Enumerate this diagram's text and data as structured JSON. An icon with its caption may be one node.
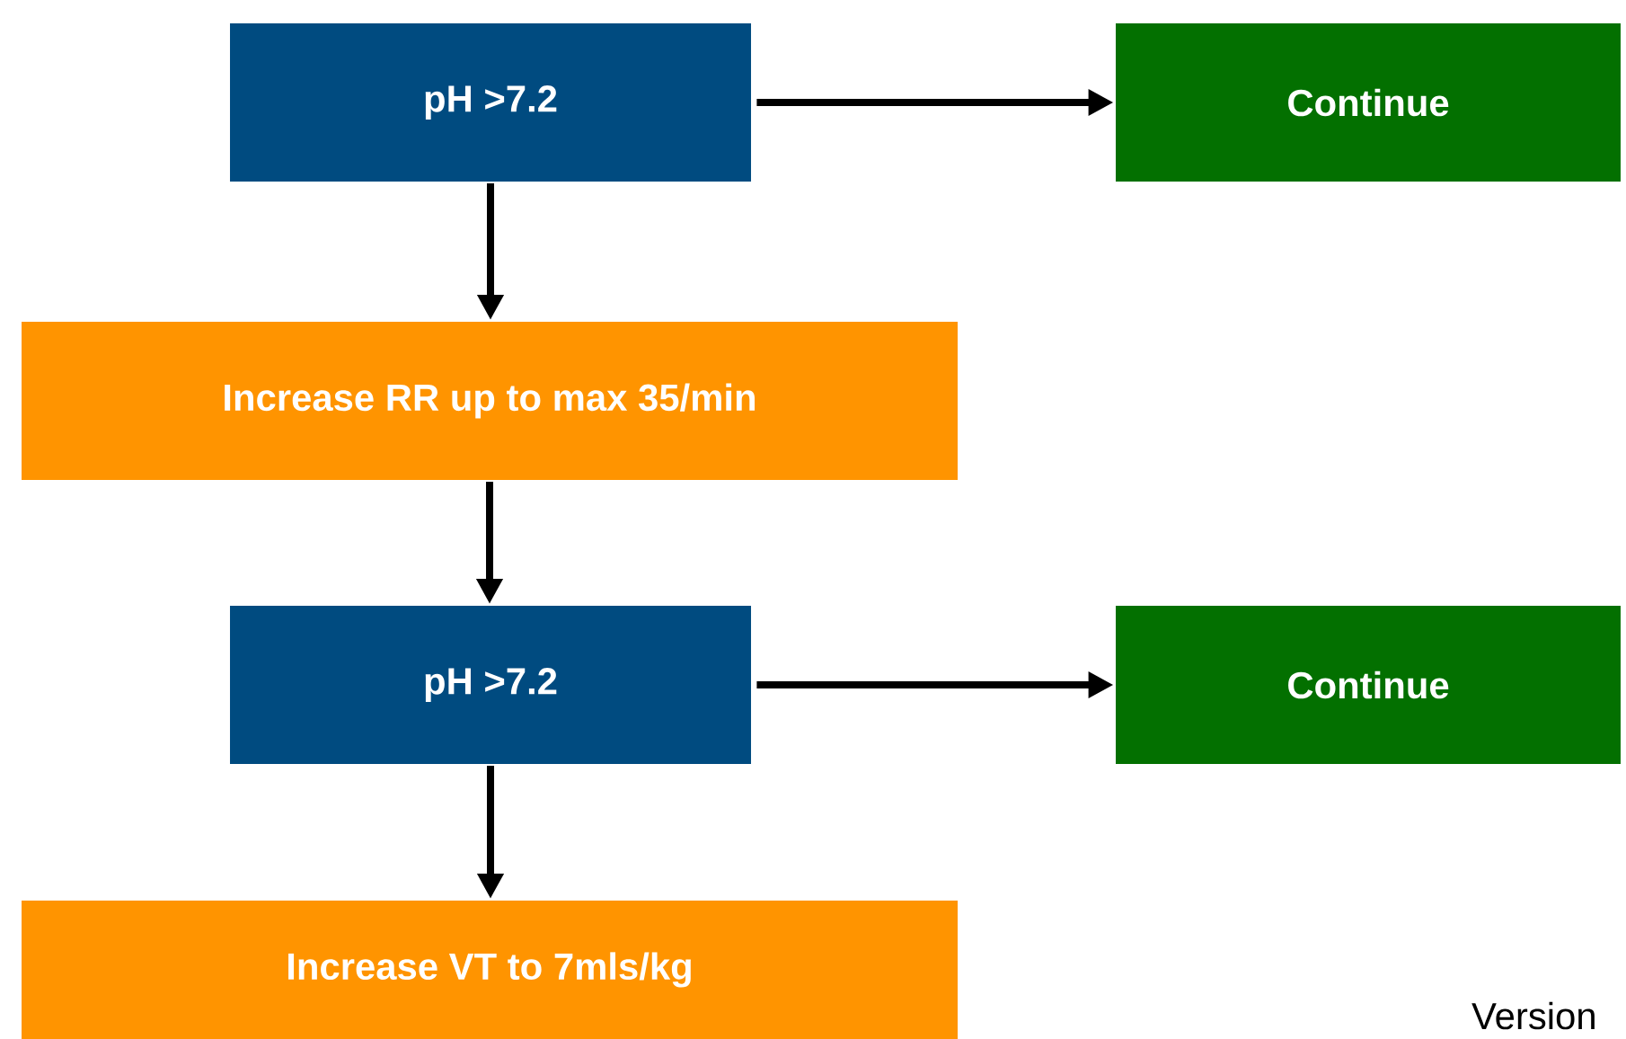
{
  "diagram": {
    "nodes": [
      {
        "text": [
          "pH >7.2"
        ]
      },
      {
        "text": [
          "Continue"
        ]
      },
      {
        "text": [
          "Increase RR up to max 35/min"
        ]
      },
      {
        "text": [
          "pH >7.2"
        ]
      },
      {
        "text": [
          "Continue"
        ]
      },
      {
        "text": [
          "Increase VT to 7mls/kg"
        ]
      }
    ],
    "edges": [
      {
        "from": 0,
        "to": 1,
        "arrow": "to"
      },
      {
        "from": 0,
        "to": 2,
        "arrow": "to"
      },
      {
        "from": 2,
        "to": 3,
        "arrow": "to"
      },
      {
        "from": 3,
        "to": 4,
        "arrow": "to"
      },
      {
        "from": 3,
        "to": 5,
        "arrow": "to"
      }
    ],
    "labels": [
      "Version"
    ]
  }
}
